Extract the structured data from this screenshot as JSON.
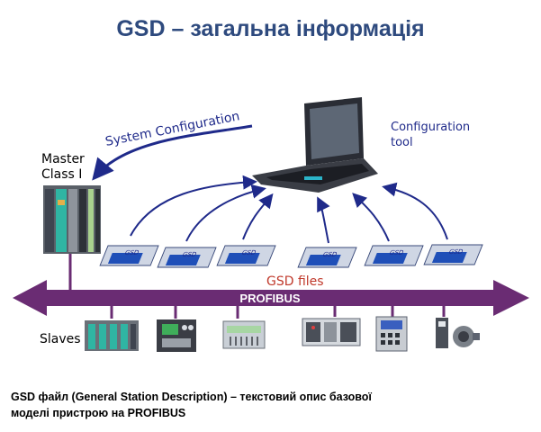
{
  "title": "GSD – загальна інформація",
  "diagram": {
    "system_configuration": "System Configuration",
    "configuration_tool_line1": "Configuration",
    "configuration_tool_line2": "tool",
    "master_line1": "Master",
    "master_line2": "Class I",
    "gsd_files": "GSD files",
    "bus": "PROFIBUS",
    "slaves": "Slaves",
    "disk_label": "GSD"
  },
  "caption_line1": "GSD файл (General Station Description) – текстовий опис базової",
  "caption_line2": "моделі пристрою на PROFIBUS",
  "colors": {
    "title": "#2e4a7e",
    "bus": "#6a2c73",
    "arrow": "#1f2a8a",
    "gsd_files": "#c0392b",
    "config_text": "#1f2a8a"
  }
}
